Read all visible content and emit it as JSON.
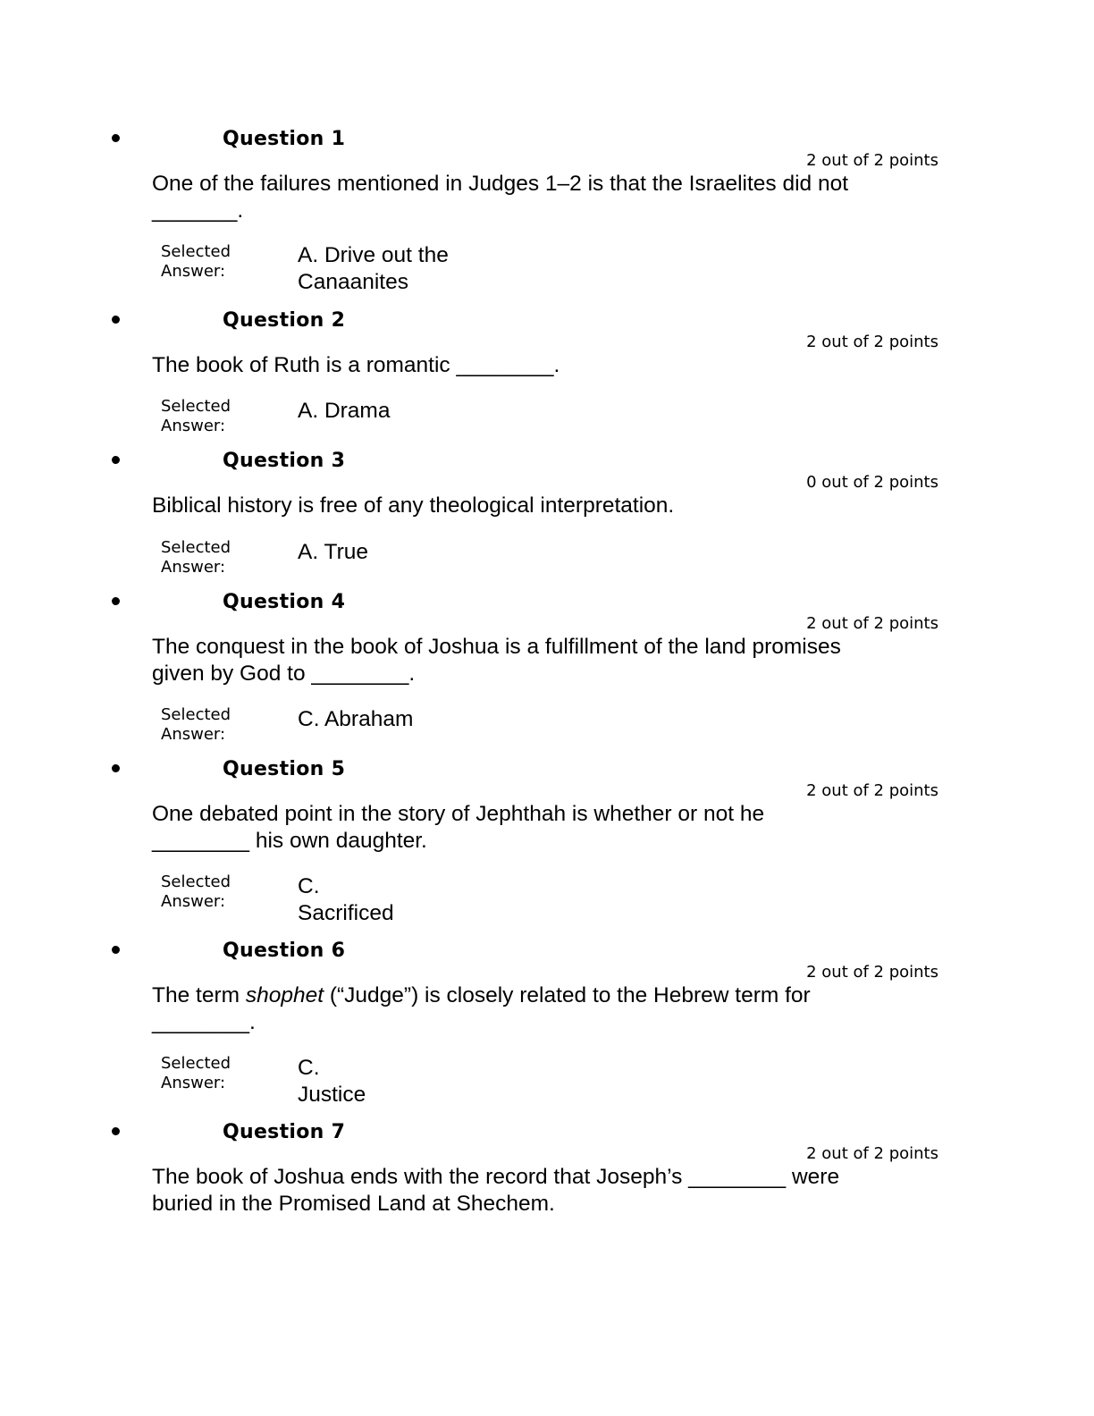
{
  "selected_answer_label": "Selected Answer:",
  "questions": [
    {
      "title": "Question 1",
      "points": "2 out of 2 points",
      "text": "One of the failures mentioned in Judges 1–2 is that the Israelites did not _______.",
      "answer": "A. Drive out the Canaanites"
    },
    {
      "title": "Question 2",
      "points": "2 out of 2 points",
      "text": "The book of Ruth is a romantic ________.",
      "answer": "A. Drama"
    },
    {
      "title": "Question 3",
      "points": "0 out of 2 points",
      "text": "Biblical history is free of any theological interpretation.",
      "answer": "A. True"
    },
    {
      "title": "Question 4",
      "points": "2 out of 2 points",
      "text": "The conquest in the book of Joshua is a fulfillment of the land promises given by God to ________.",
      "answer": "C. Abraham"
    },
    {
      "title": "Question 5",
      "points": "2 out of 2 points",
      "text": "One debated point in the story of Jephthah is whether or not he ________ his own daughter.",
      "answer": "C. Sacrificed"
    },
    {
      "title": "Question 6",
      "points": "2 out of 2 points",
      "text_before": "The term ",
      "text_italic": "shophet",
      "text_after": " (“Judge”) is closely related to the Hebrew term for ________.",
      "answer": "C. Justice"
    },
    {
      "title": "Question 7",
      "points": "2 out of 2 points",
      "text": "The book of Joshua ends with the record that Joseph’s ________ were buried in the Promised Land at Shechem."
    }
  ]
}
